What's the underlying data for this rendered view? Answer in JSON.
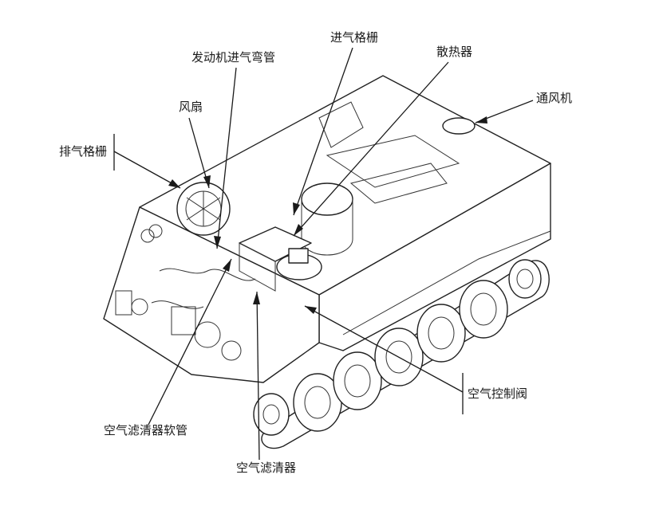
{
  "labels": {
    "engine_intake_elbow": "发动机进气弯管",
    "intake_grille": "进气格栅",
    "radiator": "散热器",
    "fan": "风扇",
    "ventilator": "通风机",
    "exhaust_grille": "排气格栅",
    "air_control_valve": "空气控制阀",
    "air_filter_hose": "空气滤清器软管",
    "air_filter": "空气滤清器"
  },
  "colors": {
    "line": "#1a1a1a",
    "background": "#ffffff"
  }
}
